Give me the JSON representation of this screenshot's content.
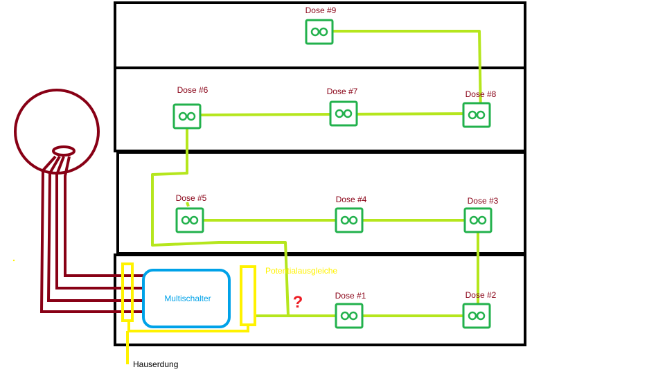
{
  "colors": {
    "frame": "#000000",
    "socket": "#22b14c",
    "cable": "#b5e61d",
    "coax": "#880015",
    "ground": "#fff200",
    "switch": "#00a2e8",
    "socket_label": "#880015",
    "question": "#ed1c24"
  },
  "sockets": [
    {
      "label": "Dose #1"
    },
    {
      "label": "Dose #2"
    },
    {
      "label": "Dose #3"
    },
    {
      "label": "Dose #4"
    },
    {
      "label": "Dose #5"
    },
    {
      "label": "Dose #6"
    },
    {
      "label": "Dose #7"
    },
    {
      "label": "Dose #8"
    },
    {
      "label": "Dose #9"
    }
  ],
  "multiswitch": {
    "label": "Multischalter"
  },
  "potential": {
    "label": "Potentialausgleiche"
  },
  "ground": {
    "label": "Hauserdung"
  },
  "question": {
    "label": "?"
  },
  "icons": {
    "satellite": "satellite-dish-icon",
    "socket": "socket-icon"
  }
}
